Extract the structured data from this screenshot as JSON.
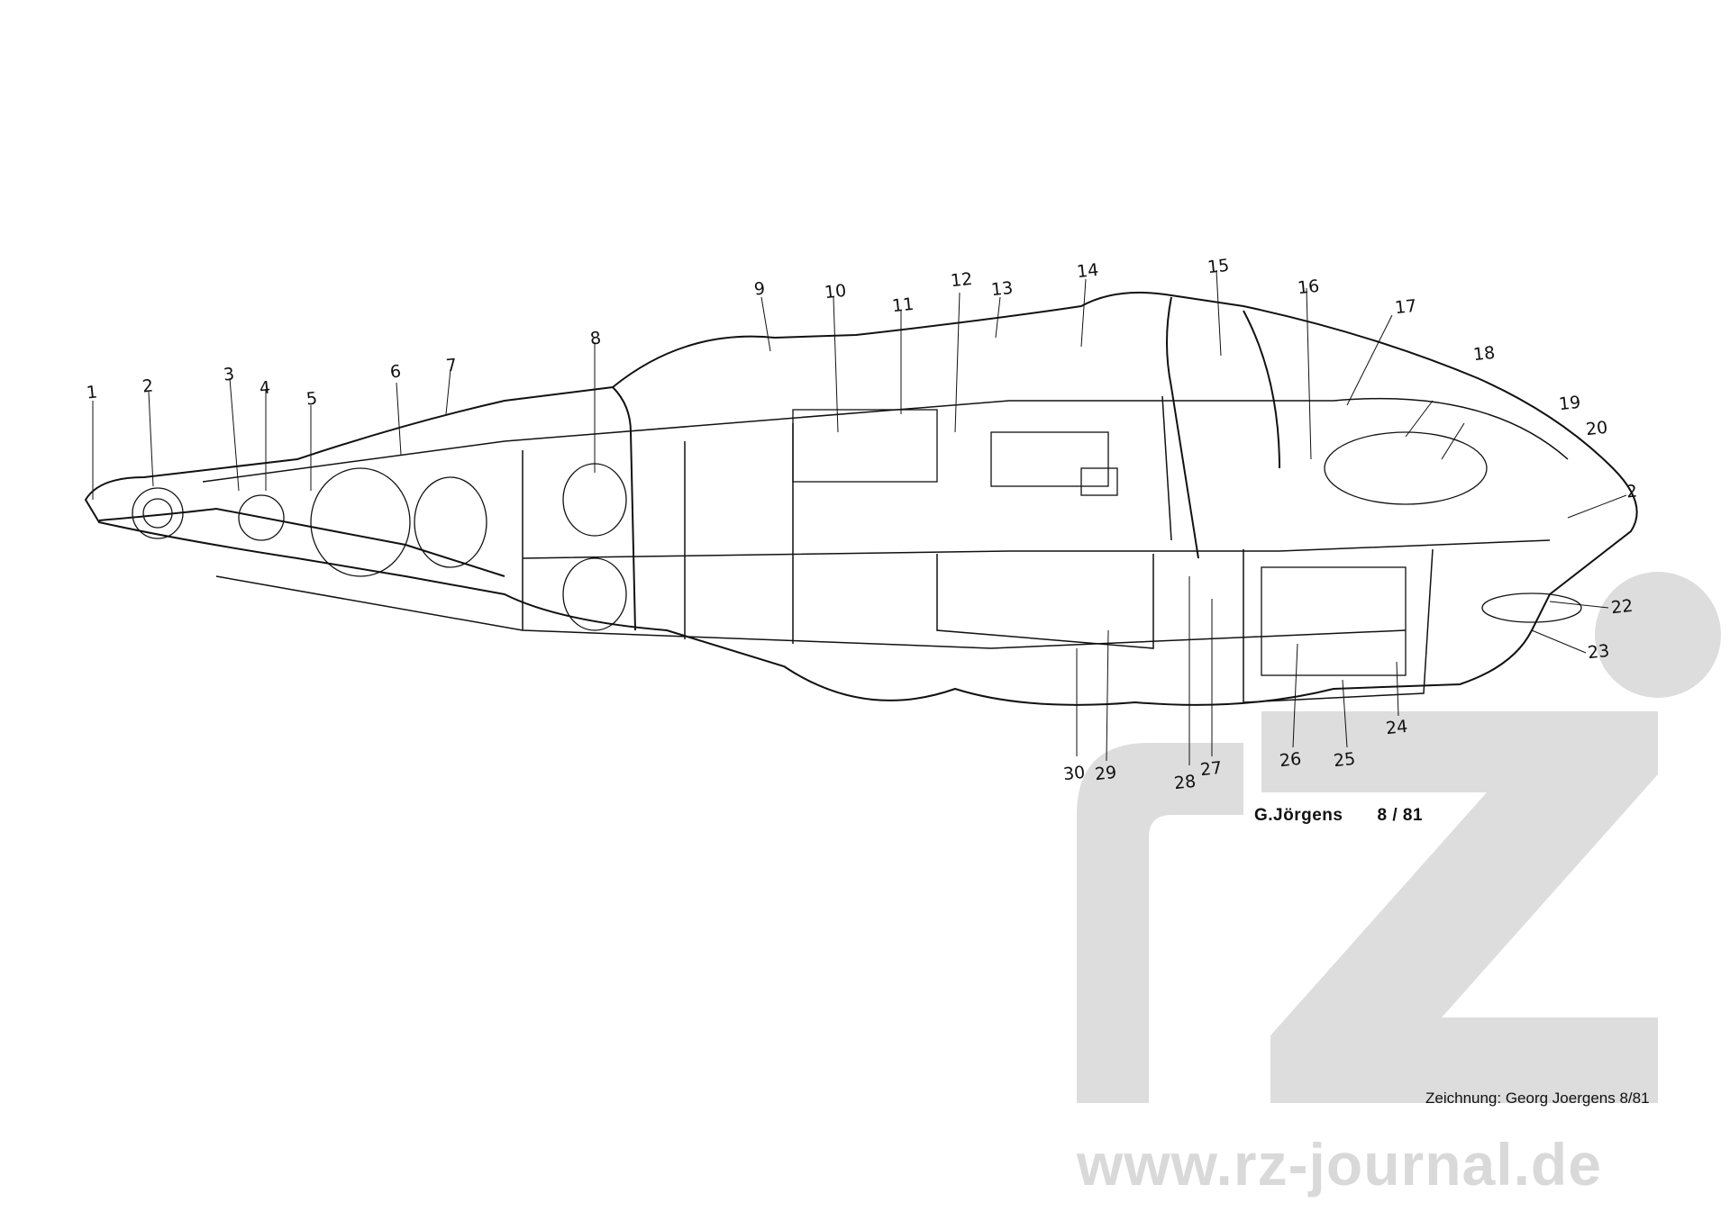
{
  "callouts": [
    "1",
    "2",
    "3",
    "4",
    "5",
    "6",
    "7",
    "8",
    "9",
    "10",
    "11",
    "12",
    "13",
    "14",
    "15",
    "16",
    "17",
    "18",
    "19",
    "20",
    "2",
    "22",
    "23",
    "24",
    "25",
    "26",
    "27",
    "28",
    "29",
    "30"
  ],
  "signature": {
    "name": "G.Jörgens",
    "date": "8 / 81"
  },
  "credit": "Zeichnung: Georg Joergens 8/81",
  "watermark": {
    "url": "www.rz-journal.de",
    "logo": "rz"
  }
}
